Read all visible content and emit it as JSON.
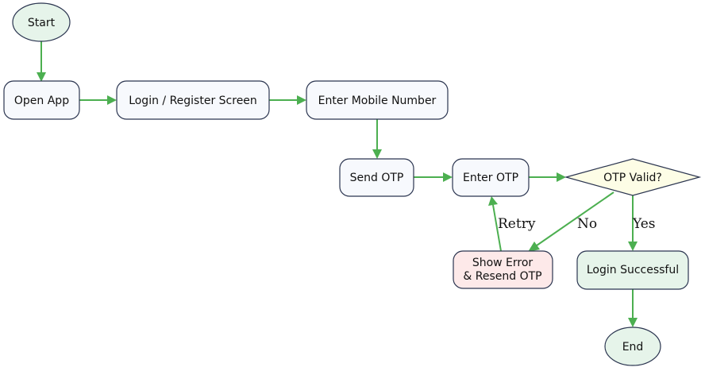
{
  "colors": {
    "edge": "#4caf50",
    "node_border": "#2b3550",
    "terminal_fill": "#e6f4ea",
    "process_fill": "#f7f9fd",
    "decision_fill": "#fdfde6",
    "error_fill": "#fde9e9",
    "success_fill": "#e6f4ea"
  },
  "nodes": {
    "start": {
      "label": "Start"
    },
    "open_app": {
      "label": "Open App"
    },
    "login_register": {
      "label": "Login / Register Screen"
    },
    "enter_mobile": {
      "label": "Enter Mobile Number"
    },
    "send_otp": {
      "label": "Send OTP"
    },
    "enter_otp": {
      "label": "Enter OTP"
    },
    "otp_valid": {
      "label": "OTP Valid?"
    },
    "show_error": {
      "line1": "Show Error",
      "line2": "& Resend OTP"
    },
    "login_success": {
      "label": "Login Successful"
    },
    "end": {
      "label": "End"
    }
  },
  "edges": {
    "no_label": "No",
    "yes_label": "Yes",
    "retry_label": "Retry"
  }
}
